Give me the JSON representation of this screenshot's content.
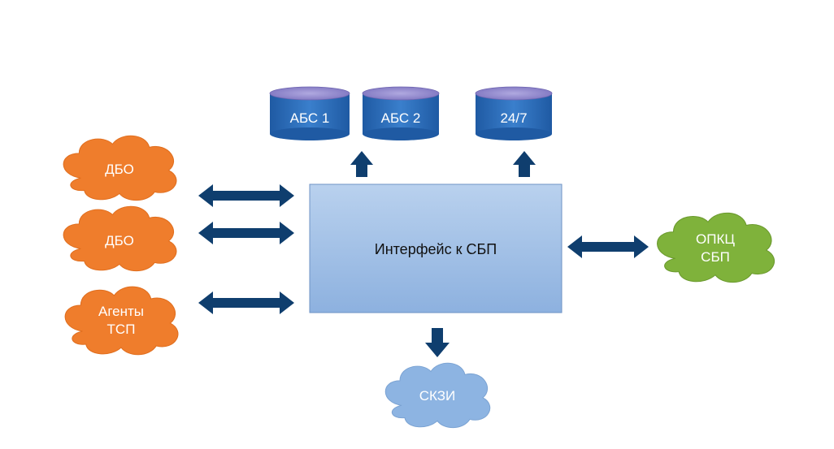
{
  "diagram": {
    "center": {
      "label": "Интерфейс к СБП"
    },
    "databases": [
      {
        "label": "АБС 1"
      },
      {
        "label": "АБС 2"
      },
      {
        "label": "24/7"
      }
    ],
    "left_clouds": [
      {
        "label_lines": [
          "ДБО"
        ]
      },
      {
        "label_lines": [
          "ДБО"
        ]
      },
      {
        "label_lines": [
          "Агенты",
          "ТСП"
        ]
      }
    ],
    "ellipsis": "...",
    "right_cloud": {
      "label_lines": [
        "ОПКЦ",
        "СБП"
      ]
    },
    "bottom_cloud": {
      "label_lines": [
        "СКЗИ"
      ]
    },
    "colors": {
      "arrow": "#0f3e6e",
      "box_top": "#b9d1ee",
      "box_bottom": "#8db1df",
      "box_border": "#6f93c4",
      "db_top": "#8f86c8",
      "db_body": "#2f6fba",
      "orange_cloud": "#ef7d2c",
      "green_cloud": "#7fb23b",
      "blue_cloud": "#8db4e2",
      "cloud_text": "#ffffff",
      "center_text": "#111111"
    }
  }
}
